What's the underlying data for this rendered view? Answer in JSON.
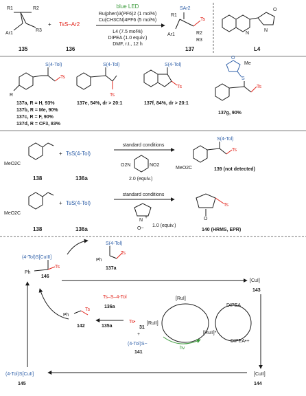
{
  "scheme1": {
    "reagents": {
      "light": "blue LED",
      "cat1": "Ru(phen)3(PF6)2 (1 mol%)",
      "cat2": "Cu(CH3CN)4PF6 (5 mol%)",
      "ligand": "L4 (7.5 mol%)",
      "base": "DIPEA (1.0 equiv.)",
      "conditions": "DMF, r.t., 12 h"
    },
    "r1": "R1",
    "r2": "R2",
    "r3": "R3",
    "ar1": "Ar1",
    "tssar2": "TsS–Ar2",
    "plus": "+",
    "sar2": "SAr2",
    "ts": "Ts",
    "labels": {
      "alkene": "135",
      "thio": "136",
      "product": "137",
      "ligand": "L4"
    },
    "ligand_atoms": {
      "n1": "N",
      "n2": "N",
      "o": "O"
    }
  },
  "scope": {
    "s4tol": "S(4-Tol)",
    "ts": "Ts",
    "r": "R",
    "me": "Me",
    "o": "O",
    "items": [
      "137a, R = H, 93%",
      "137b, R = Me, 90%",
      "137c, R = F, 90%",
      "137d, R = CF3, 83%",
      "137e, 54%, dr > 20:1",
      "137f, 84%, dr > 20:1",
      "137g, 90%"
    ],
    "s_atom": "S"
  },
  "control1": {
    "sub_label": "138",
    "reagent": "TsS(4-Tol)",
    "reagent_label": "136a",
    "meo2c": "MeO2C",
    "plus": "+",
    "conditions": "standard conditions",
    "additive": "2.0 (equiv.)",
    "no2a": "O2N",
    "no2b": "NO2",
    "product_label": "139 (not detected)",
    "s4tol": "S(4-Tol)",
    "ts": "Ts"
  },
  "control2": {
    "sub_label": "138",
    "reagent": "TsS(4-Tol)",
    "reagent_label": "136a",
    "meo2c": "MeO2C",
    "plus": "+",
    "conditions": "standard conditions",
    "additive": "1.0 (equiv.)",
    "n": "N",
    "oplus": "+",
    "ominus": "O−",
    "product_label": "140 (HRMS, EPR)",
    "ts": "Ts",
    "o": "O"
  },
  "mechanism": {
    "cu3_complex": "(4-Tol)S[CuIII]",
    "ph": "Ph",
    "ts": "Ts",
    "label_146": "146",
    "product": "S(4-Tol)",
    "product_label": "137a",
    "cu1": "[CuI]",
    "label_143": "143",
    "thio": "Ts–S–4-Tol",
    "thio_label": "136a",
    "ru1": "[RuI]",
    "ru2": "[RuII]",
    "ru2star": "[RuII]*",
    "dipea": "DIPEA",
    "dipea_rad": "DIPEA•+",
    "hv": "hv",
    "ts_rad": "Ts•",
    "label_31": "31",
    "radical_label": "142",
    "alkene_label": "135a",
    "thiolate": "(4-Tol)S−",
    "label_141": "141",
    "plus": "+",
    "cu2_complex": "(4-Tol)S[CuII]",
    "label_145": "145",
    "cu2": "[CuII]",
    "label_144": "144"
  }
}
